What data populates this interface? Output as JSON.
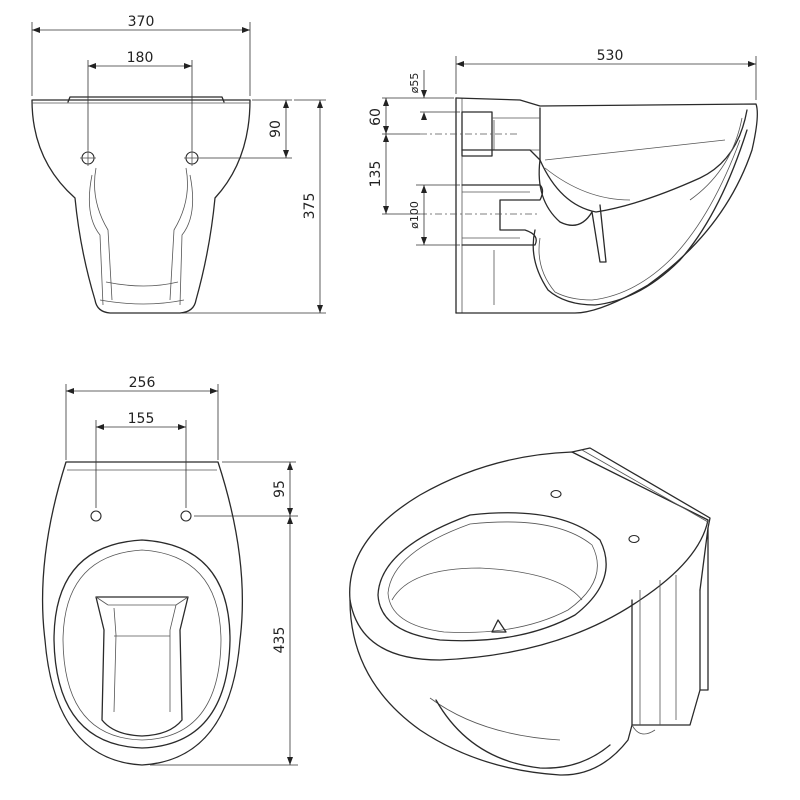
{
  "front_view": {
    "width": "370",
    "hole_spacing": "180",
    "hole_height": "90",
    "total_height": "375"
  },
  "side_view": {
    "length": "530",
    "inlet_diameter": "ø55",
    "inlet_offset": "60",
    "outlet_offset": "135",
    "outlet_diameter": "ø100"
  },
  "top_view": {
    "width": "256",
    "hole_spacing": "155",
    "hole_offset": "95",
    "total_length": "435"
  }
}
